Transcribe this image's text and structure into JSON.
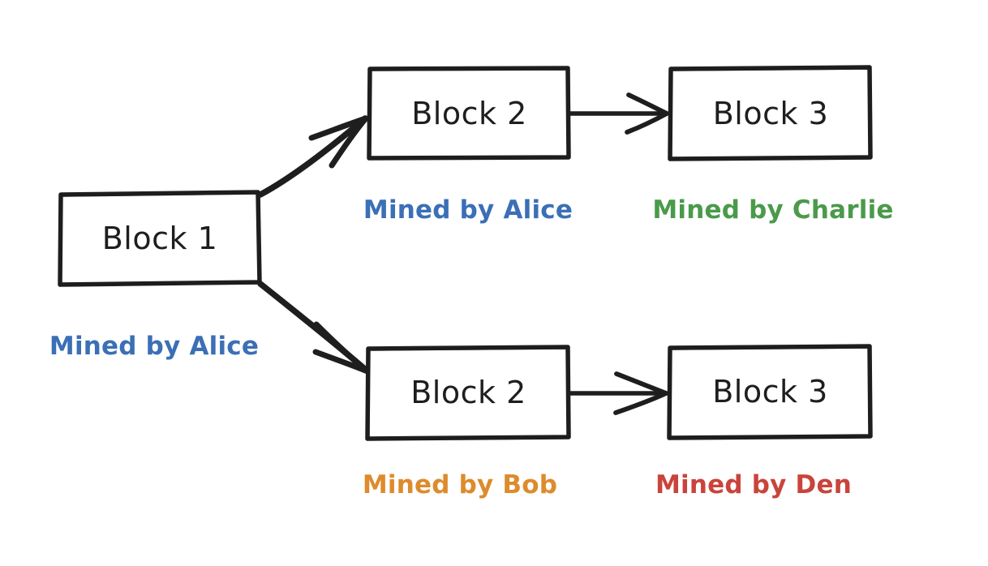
{
  "diagram": {
    "type": "blockchain-fork-diagram",
    "background_color": "#ffffff",
    "stroke_color": "#1e1e1e",
    "style": "hand-drawn"
  },
  "palette": {
    "ink": "#1e1e1e",
    "blue": "#3b6fb6",
    "green": "#4a9a4a",
    "orange": "#dd8b2c",
    "red": "#c9443c"
  },
  "blocks": [
    {
      "id": "block-1",
      "title": "Block 1",
      "miner_label": "Mined by Alice",
      "miner_color": "#3b6fb6",
      "branch": "root"
    },
    {
      "id": "block-2-top",
      "title": "Block 2",
      "miner_label": "Mined by Alice",
      "miner_color": "#3b6fb6",
      "branch": "upper"
    },
    {
      "id": "block-3-top",
      "title": "Block 3",
      "miner_label": "Mined by Charlie",
      "miner_color": "#4a9a4a",
      "branch": "upper"
    },
    {
      "id": "block-2-bottom",
      "title": "Block 2",
      "miner_label": "Mined by Bob",
      "miner_color": "#dd8b2c",
      "branch": "lower"
    },
    {
      "id": "block-3-bottom",
      "title": "Block 3",
      "miner_label": "Mined by Den",
      "miner_color": "#c9443c",
      "branch": "lower"
    }
  ],
  "arrows": [
    {
      "id": "arrow-block1-to-block2-top",
      "from": "block-1",
      "to": "block-2-top",
      "direction": "up-right"
    },
    {
      "id": "arrow-block1-to-block2-bottom",
      "from": "block-1",
      "to": "block-2-bottom",
      "direction": "down-right"
    },
    {
      "id": "arrow-block2-to-block3-top",
      "from": "block-2-top",
      "to": "block-3-top",
      "direction": "right"
    },
    {
      "id": "arrow-block2-to-block3-bottom",
      "from": "block-2-bottom",
      "to": "block-3-bottom",
      "direction": "right"
    }
  ]
}
